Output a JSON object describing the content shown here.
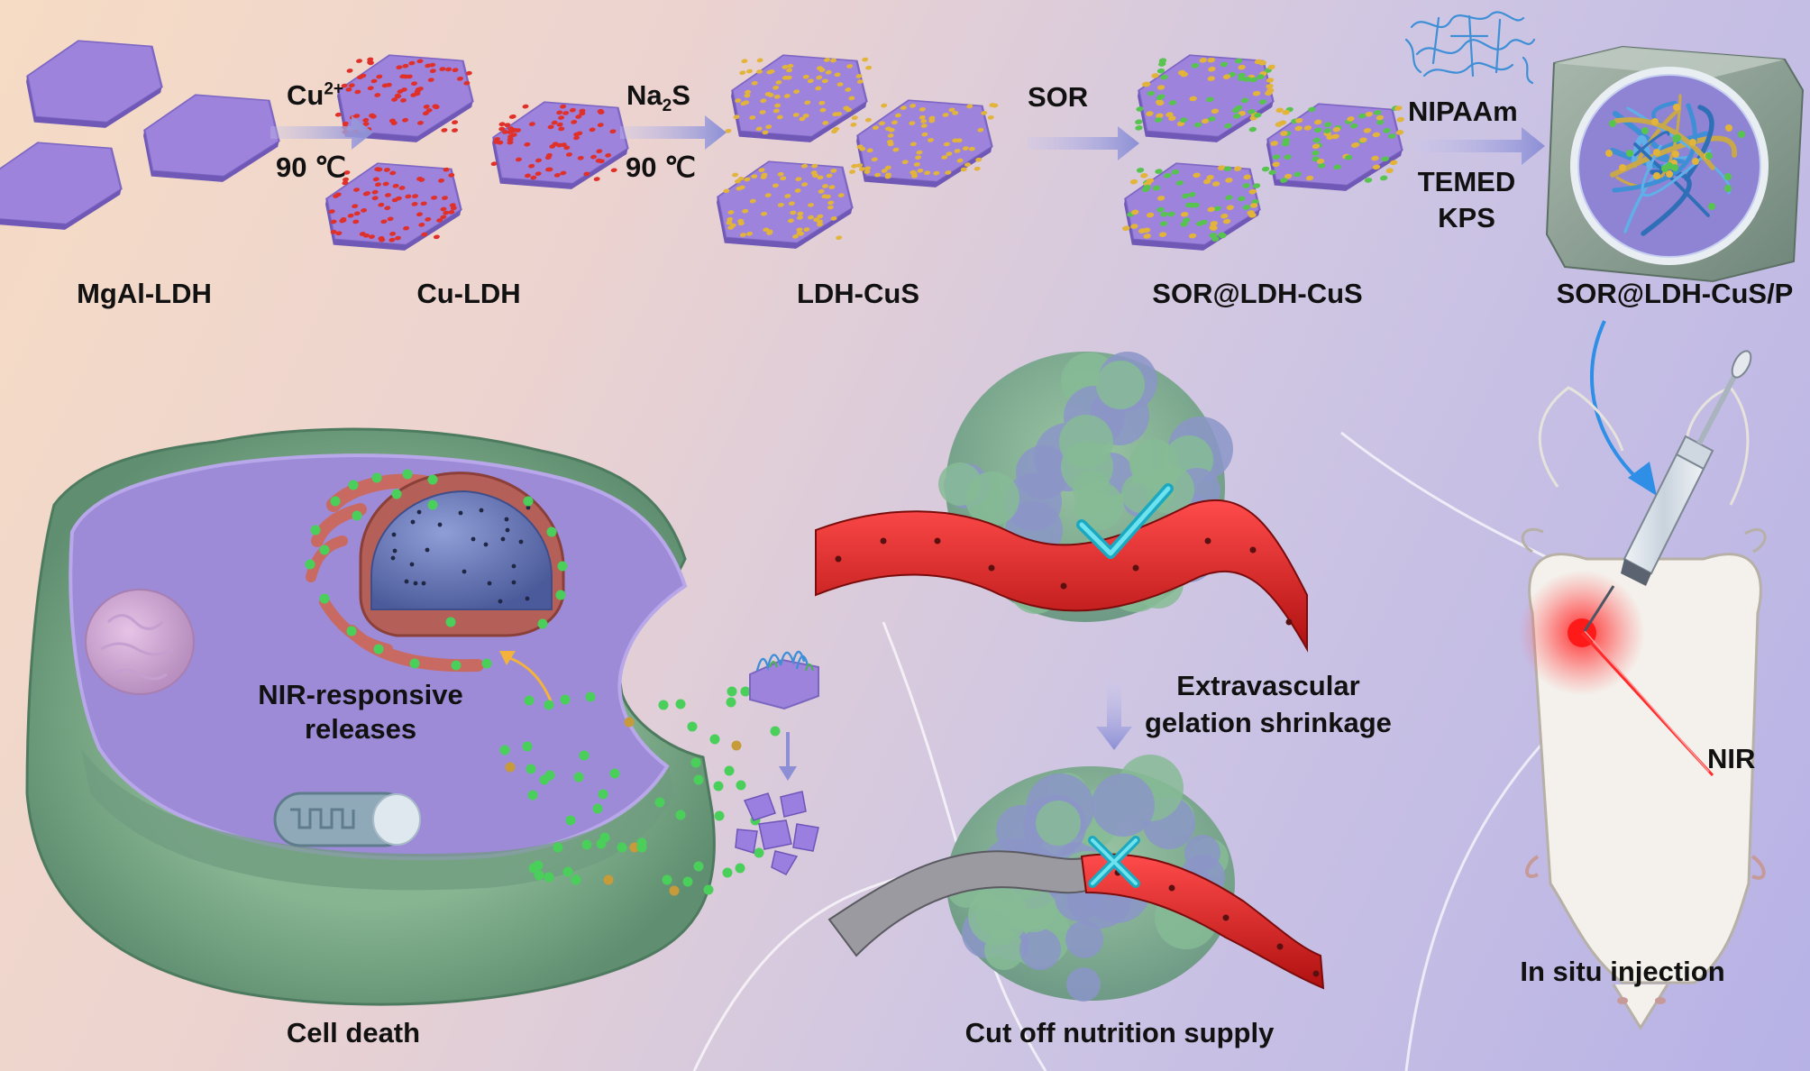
{
  "synthesis": {
    "step1": {
      "reagent": "Cu",
      "charge": "2+",
      "condition": "90 ℃"
    },
    "step2": {
      "reagent": "Na",
      "subscript": "2",
      "reagent_suffix": "S",
      "condition": "90 ℃"
    },
    "step3": {
      "reagent": "SOR"
    },
    "step4": {
      "reagent": "NIPAAm",
      "extra1": "TEMED",
      "extra2": "KPS"
    },
    "labels": [
      "MgAl-LDH",
      "Cu-LDH",
      "LDH-CuS",
      "SOR@LDH-CuS",
      "SOR@LDH-CuS/P"
    ]
  },
  "mechanism": {
    "cell_label": "NIR-responsive\nreleases",
    "cell_death": "Cell death",
    "gelation": "Extravascular\ngelation shrinkage",
    "cutoff": "Cut off nutrition supply",
    "nir": "NIR",
    "injection": "In situ injection"
  },
  "colors": {
    "ldh_purple": "#9d83dc",
    "cu_dot": "#e0302a",
    "cus_dot": "#e3b43a",
    "sor_dot": "#57c44f",
    "vessel_red": "#d81d1d",
    "tumor_green": "#7fae8f",
    "arrow_blue": "#8f92d4",
    "check_cyan": "#22c6dc"
  }
}
